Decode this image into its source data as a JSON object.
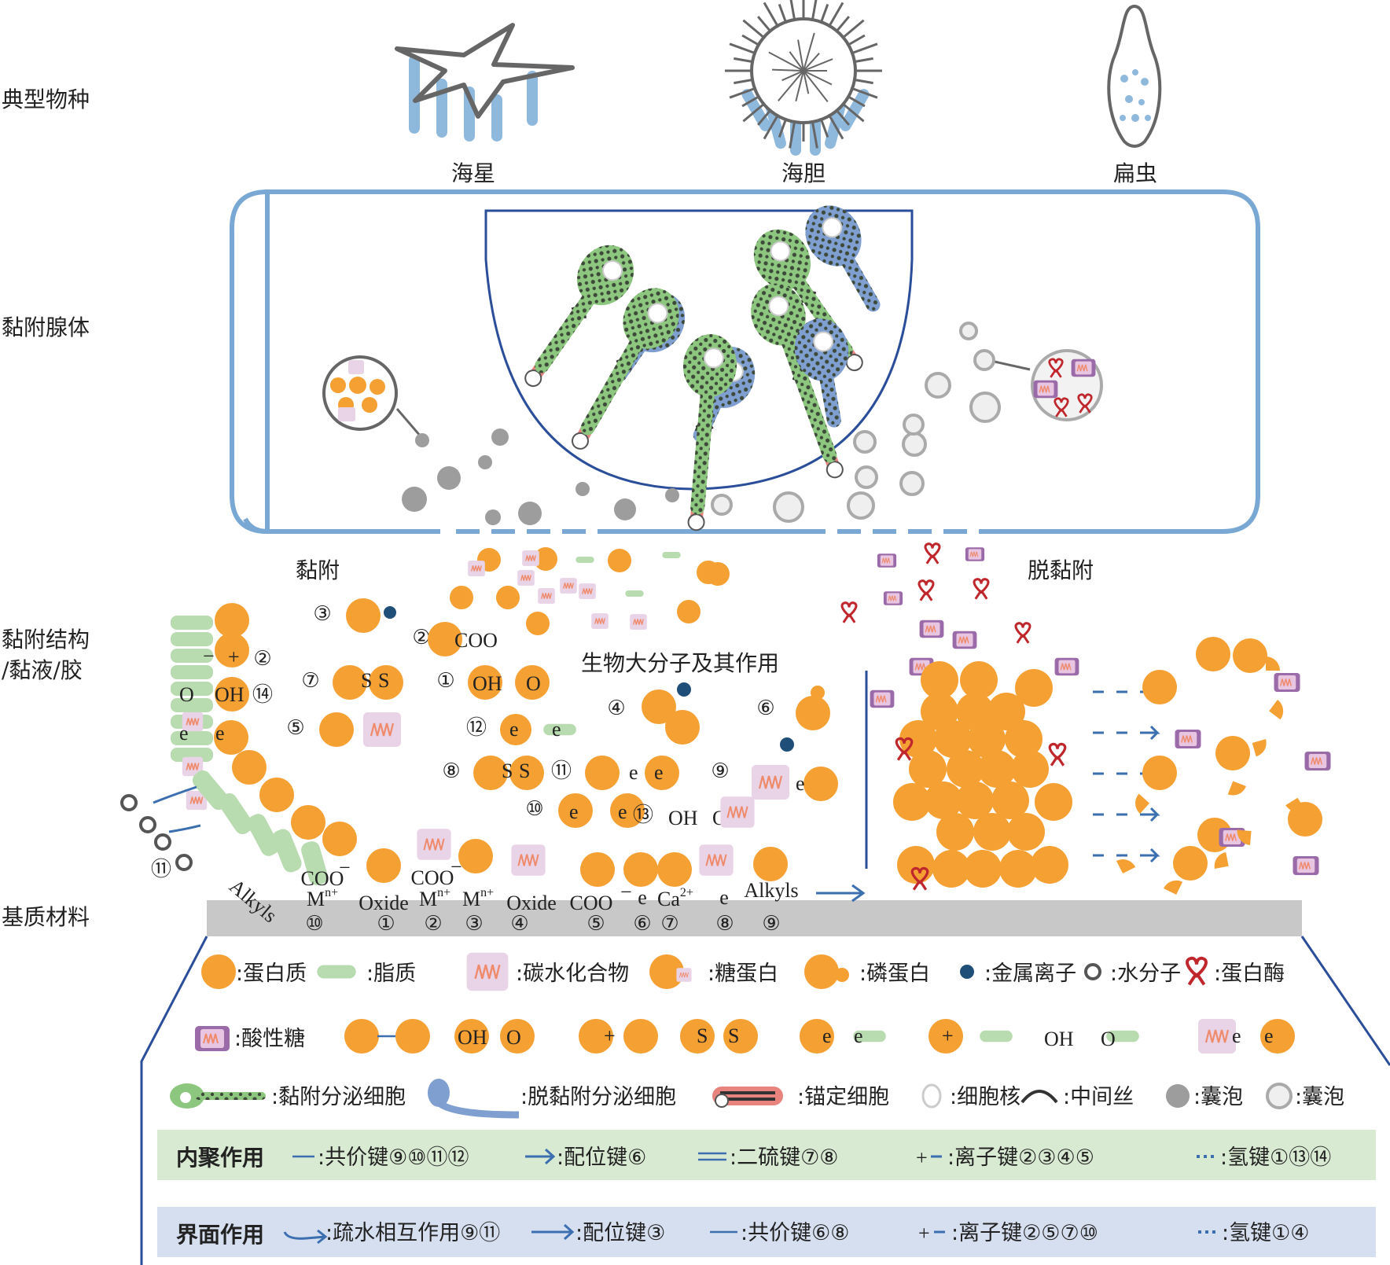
{
  "row_labels": {
    "species": "典型物种",
    "gland": "黏附腺体",
    "structure_line1": "黏附结构",
    "structure_line2": "/黏液/胶",
    "substrate": "基质材料"
  },
  "species": {
    "starfish": "海星",
    "sea_urchin": "海胆",
    "flatworm": "扁虫"
  },
  "section_labels": {
    "adhesion": "黏附",
    "detachment": "脱黏附",
    "biomacro": "生物大分子及其作用"
  },
  "chem": {
    "coo": "COO",
    "mn": "M",
    "n_plus": "n+",
    "oxide": "Oxide",
    "alkyls": "Alkyls",
    "ca": "Ca",
    "two_plus": "2+",
    "e": "e",
    "s": "S",
    "oh": "OH",
    "o": "O",
    "minus": "−"
  },
  "substrate_marks": [
    "⑩",
    "①",
    "②",
    "③",
    "④",
    "⑤",
    "⑥",
    "⑦",
    "⑧",
    "⑨"
  ],
  "interaction_nums": [
    "①",
    "②",
    "③",
    "④",
    "⑤",
    "⑥",
    "⑦",
    "⑧",
    "⑨",
    "⑩",
    "⑪",
    "⑫",
    "⑬",
    "⑭"
  ],
  "legend": {
    "row1": [
      ":蛋白质",
      ":脂质",
      ":碳水化合物",
      ":糖蛋白",
      ":磷蛋白",
      ":金属离子",
      ":水分子",
      ":蛋白酶"
    ],
    "row2_first": ":酸性糖",
    "row3": [
      ":黏附分泌细胞",
      ":脱黏附分泌细胞",
      ":锚定细胞",
      ":细胞核",
      ":中间丝",
      ":囊泡",
      ":囊泡"
    ],
    "cohesion_title": "内聚作用",
    "cohesion": [
      ":共价键⑨⑩⑪⑫",
      ":配位键⑥",
      ":二硫键⑦⑧",
      ":离子键②③④⑤",
      ":氢键①⑬⑭"
    ],
    "interface_title": "界面作用",
    "interface": [
      ":疏水相互作用⑨⑪",
      ":配位键③",
      ":共价键⑥⑧",
      ":离子键②⑤⑦⑩",
      ":氢键①④"
    ]
  },
  "colors": {
    "protein": "#f5a033",
    "lipid": "#b9dbb0",
    "carb_fill": "#e8d3e7",
    "carb_line": "#ef8a6b",
    "acid_sugar": "#9b6aa8",
    "metal": "#1f4e79",
    "enzyme": "#c0272d",
    "gland_border": "#7aa8d4",
    "cell_green": "#8dc67e",
    "cell_blue": "#7f9fd0",
    "anchor_red": "#e8837e",
    "cohesion_band": "#d9ead3",
    "interface_band": "#d6dff0",
    "substrate": "#c8c8c8",
    "arrow": "#3c6fb0"
  }
}
